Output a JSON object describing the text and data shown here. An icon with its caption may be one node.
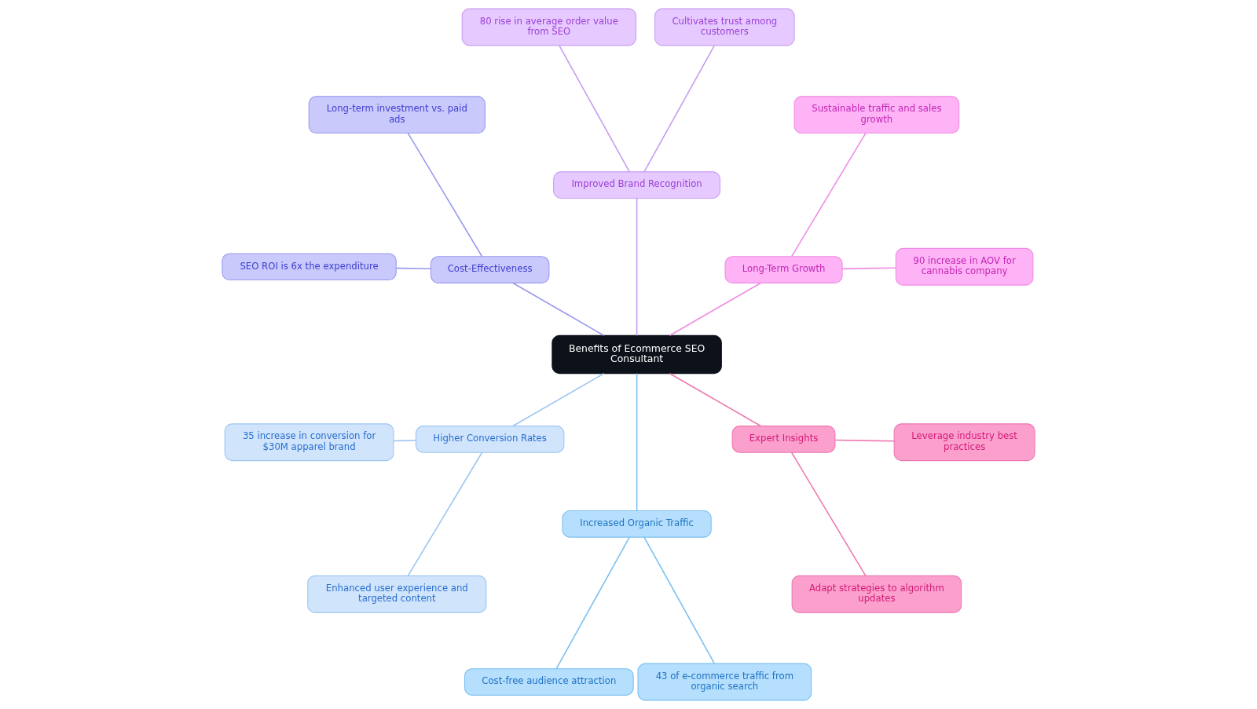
{
  "diagram": {
    "nodes": [
      {
        "text": [
          "Benefits of Ecommerce SEO Consultant"
        ]
      },
      {
        "text": [
          "Long-Term Growth"
        ]
      },
      {
        "text": [
          "90 increase in AOV for cannabis company"
        ]
      },
      {
        "text": [
          "Sustainable traffic and sales growth"
        ]
      },
      {
        "text": [
          "Improved Brand Recognition"
        ]
      },
      {
        "text": [
          "Cultivates trust among customers"
        ]
      },
      {
        "text": [
          "80 rise in average order value from SEO"
        ]
      },
      {
        "text": [
          "Cost-Effectiveness"
        ]
      },
      {
        "text": [
          "Long-term investment vs. paid ads"
        ]
      },
      {
        "text": [
          "SEO ROI is 6x the expenditure"
        ]
      },
      {
        "text": [
          "Higher Conversion Rates"
        ]
      },
      {
        "text": [
          "35 increase in conversion for $30M apparel brand"
        ]
      },
      {
        "text": [
          "Enhanced user experience and targeted content"
        ]
      },
      {
        "text": [
          "Increased Organic Traffic"
        ]
      },
      {
        "text": [
          "Cost-free audience attraction"
        ]
      },
      {
        "text": [
          "43 of e-commerce traffic from organic search"
        ]
      },
      {
        "text": [
          "Expert Insights"
        ]
      },
      {
        "text": [
          "Adapt strategies to algorithm updates"
        ]
      },
      {
        "text": [
          "Leverage industry best practices"
        ]
      }
    ],
    "edges": [
      {
        "from": 0,
        "to": 1,
        "arrow": "none",
        "color": "#f08ce4"
      },
      {
        "from": 1,
        "to": 2,
        "arrow": "none",
        "color": "#f08ce4"
      },
      {
        "from": 1,
        "to": 3,
        "arrow": "none",
        "color": "#f08ce4"
      },
      {
        "from": 0,
        "to": 4,
        "arrow": "none",
        "color": "#c99cf0"
      },
      {
        "from": 4,
        "to": 5,
        "arrow": "none",
        "color": "#c99cf0"
      },
      {
        "from": 4,
        "to": 6,
        "arrow": "none",
        "color": "#c99cf0"
      },
      {
        "from": 0,
        "to": 7,
        "arrow": "none",
        "color": "#9a9af0"
      },
      {
        "from": 7,
        "to": 8,
        "arrow": "none",
        "color": "#9a9af0"
      },
      {
        "from": 7,
        "to": 9,
        "arrow": "none",
        "color": "#9a9af0"
      },
      {
        "from": 0,
        "to": 10,
        "arrow": "none",
        "color": "#9ec6f0"
      },
      {
        "from": 10,
        "to": 11,
        "arrow": "none",
        "color": "#9ec6f0"
      },
      {
        "from": 10,
        "to": 12,
        "arrow": "none",
        "color": "#9ec6f0"
      },
      {
        "from": 0,
        "to": 13,
        "arrow": "none",
        "color": "#7cc0f0"
      },
      {
        "from": 13,
        "to": 14,
        "arrow": "none",
        "color": "#7cc0f0"
      },
      {
        "from": 13,
        "to": 15,
        "arrow": "none",
        "color": "#7cc0f0"
      },
      {
        "from": 0,
        "to": 16,
        "arrow": "none",
        "color": "#ec7ab0"
      },
      {
        "from": 16,
        "to": 17,
        "arrow": "none",
        "color": "#ec7ab0"
      },
      {
        "from": 16,
        "to": 18,
        "arrow": "none",
        "color": "#ec7ab0"
      }
    ]
  }
}
